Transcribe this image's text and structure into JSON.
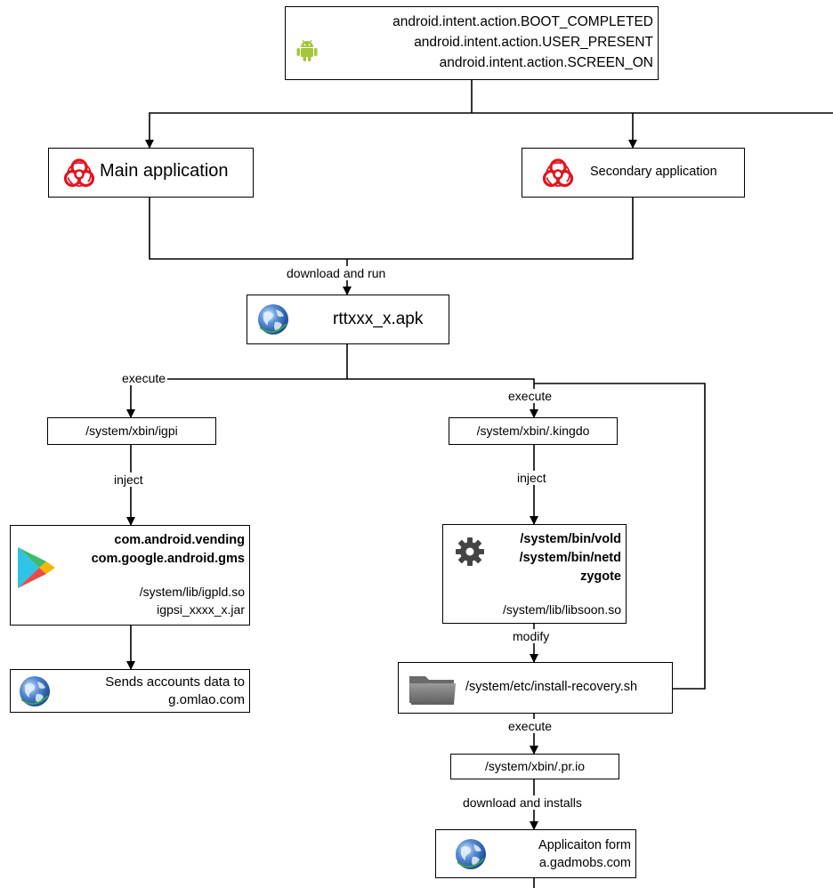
{
  "trigger": {
    "lines": [
      "android.intent.action.BOOT_COMPLETED",
      "android.intent.action.USER_PRESENT",
      "android.intent.action.SCREEN_ON"
    ]
  },
  "main_app": {
    "label": "Main application"
  },
  "secondary_app": {
    "label": "Secondary application"
  },
  "edges": {
    "download_and_run": "download and run",
    "execute_left": "execute",
    "execute_right": "execute",
    "inject_left": "inject",
    "inject_right": "inject",
    "modify": "modify",
    "execute_bottom": "execute",
    "download_and_installs": "download and installs"
  },
  "apk": {
    "label": "rttxxx_x.apk"
  },
  "igpi": {
    "label": "/system/xbin/igpi"
  },
  "kingdo": {
    "label": "/system/xbin/.kingdo"
  },
  "vending": {
    "line1": "com.android.vending",
    "line2": "com.google.android.gms",
    "line3": "/system/lib/igpld.so",
    "line4": "igpsi_xxxx_x.jar"
  },
  "vold": {
    "line1": "/system/bin/vold",
    "line2": "/system/bin/netd",
    "line3": "zygote",
    "line4": "/system/lib/libsoon.so"
  },
  "accounts": {
    "line1": "Sends accounts data to",
    "line2": "g.omlao.com"
  },
  "recovery": {
    "label": "/system/etc/install-recovery.sh"
  },
  "prio": {
    "label": "/system/xbin/.pr.io"
  },
  "appform": {
    "line1": "Applicaiton form",
    "line2": "a.gadmobs.com"
  },
  "colors": {
    "android_green": "#a4c639",
    "biohazard_red": "#e0141e",
    "globe_blue": "#2f6db8",
    "folder_gray": "#7d7d7d"
  }
}
